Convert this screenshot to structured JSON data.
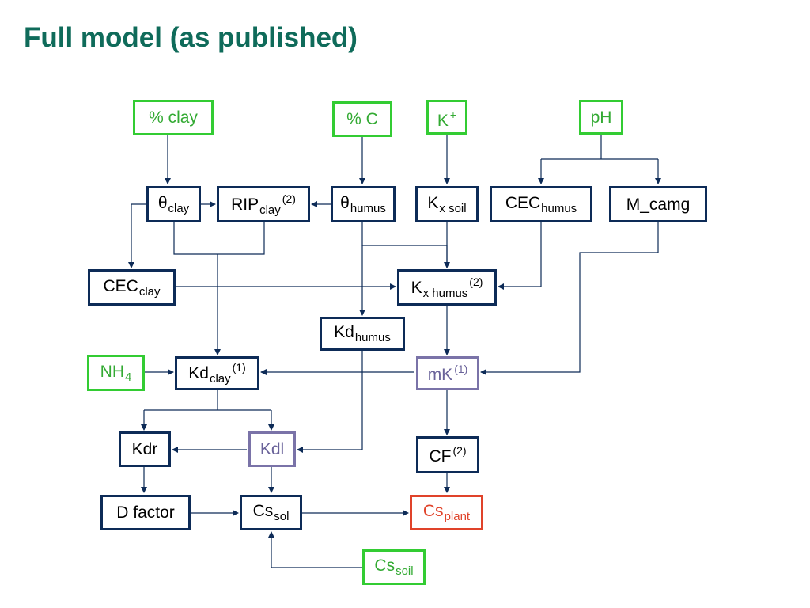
{
  "title": "Full model (as published)",
  "nodes": {
    "pct_clay": {
      "main": "% clay"
    },
    "pct_c": {
      "main": "% C"
    },
    "k_plus": {
      "main": "K",
      "sup": "+"
    },
    "ph": {
      "main": "pH"
    },
    "theta_clay": {
      "main": "θ",
      "sub": "clay"
    },
    "rip_clay": {
      "main": "RIP",
      "sub": "clay",
      "sup": "(2)"
    },
    "theta_humus": {
      "main": "θ",
      "sub": "humus"
    },
    "kx_soil": {
      "main": "K",
      "sub": "x soil"
    },
    "cec_humus": {
      "main": "CEC",
      "sub": "humus"
    },
    "m_camg": {
      "main": "M_camg"
    },
    "cec_clay": {
      "main": "CEC",
      "sub": "clay"
    },
    "kx_humus": {
      "main": "K",
      "sub": "x humus",
      "sup": "(2)"
    },
    "kd_humus": {
      "main": "Kd",
      "sub": "humus"
    },
    "nh4": {
      "main": "NH",
      "sub": "4"
    },
    "kd_clay": {
      "main": "Kd",
      "sub": "clay",
      "sup": "(1)"
    },
    "mk": {
      "main": "mK",
      "sup": "(1)"
    },
    "kdr": {
      "main": "Kdr"
    },
    "kdl": {
      "main": "Kdl"
    },
    "cf": {
      "main": "CF",
      "sup": "(2)"
    },
    "d_factor": {
      "main": "D factor"
    },
    "cs_sol": {
      "main": "Cs",
      "sub": "sol"
    },
    "cs_plant": {
      "main": "Cs",
      "sub": "plant"
    },
    "cs_soil": {
      "main": "Cs",
      "sub": "soil"
    }
  },
  "colors": {
    "title": "#0f6b5a",
    "box_border": "#0d2b57",
    "input_border": "#33cc33",
    "intermediate_border": "#7a73a8",
    "output_border": "#e0432a",
    "wire": "#0d2b57"
  }
}
